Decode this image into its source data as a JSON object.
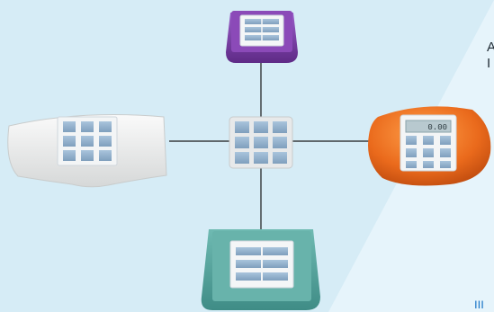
{
  "diagram": {
    "center": {
      "name": "center-keypad-module"
    },
    "nodes": [
      {
        "id": "purple-square-module",
        "label_partial": ""
      },
      {
        "id": "white-curved-module",
        "label_partial": ""
      },
      {
        "id": "orange-oval-module",
        "display_text": "0.00"
      },
      {
        "id": "teal-square-module",
        "label_partial": ""
      }
    ]
  },
  "right_text": {
    "line1": "A",
    "line2": "I"
  },
  "footer": {
    "text": "ווו"
  },
  "colors": {
    "background": "#d6ecf6",
    "background_right": "#e6f4fb",
    "purple": "#7a3ea6",
    "orange": "#e8641a",
    "teal": "#5aa7a0",
    "white_module": "#ebecec",
    "key_blue": "#8fb0cc",
    "line": "#1a1a1a"
  }
}
